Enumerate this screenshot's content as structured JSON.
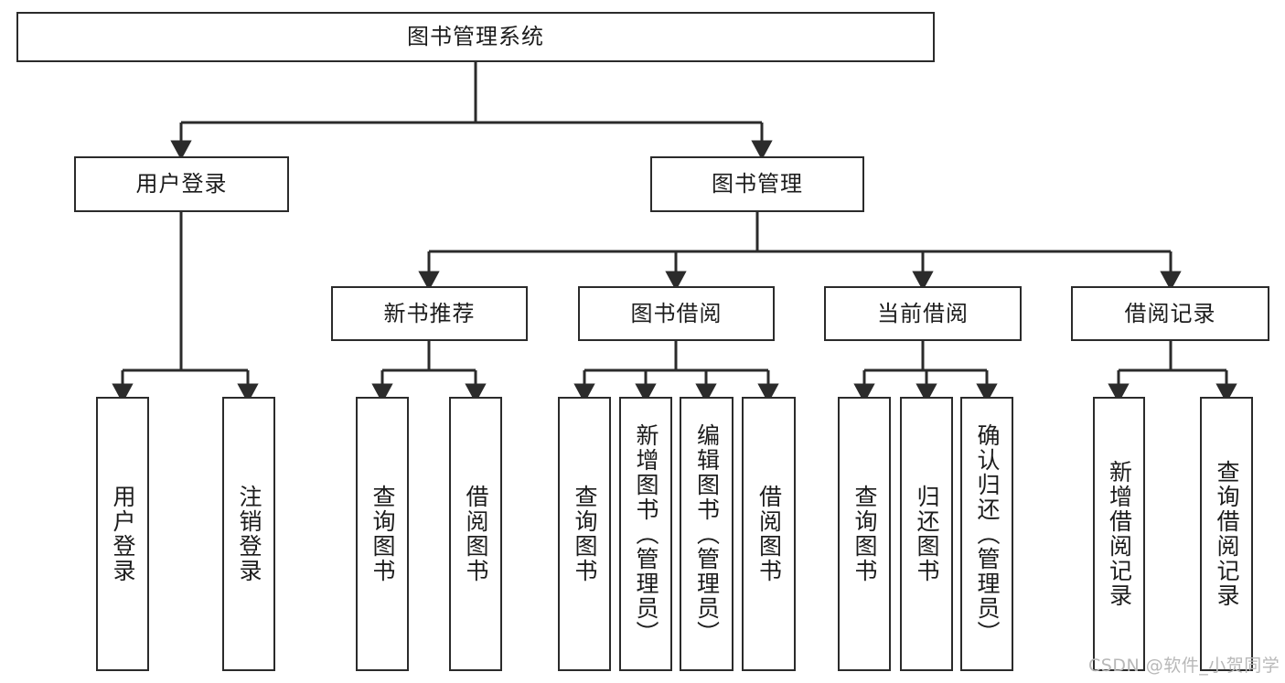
{
  "diagram": {
    "title": "图书管理系统",
    "type": "hierarchy-tree",
    "watermark": "CSDN @软件_小贺同学",
    "colors": {
      "stroke": "#2b2b2b",
      "fill": "#ffffff",
      "text": "#1c1c1c",
      "watermark": "#b8b8b8"
    },
    "nodes": {
      "root": {
        "label": "图书管理系统",
        "level": 1,
        "orientation": "horizontal"
      },
      "l2": [
        {
          "id": "user-login",
          "label": "用户登录",
          "level": 2,
          "orientation": "horizontal"
        },
        {
          "id": "book-manage",
          "label": "图书管理",
          "level": 2,
          "orientation": "horizontal"
        }
      ],
      "l3": [
        {
          "id": "new-book-rec",
          "label": "新书推荐",
          "level": 3,
          "orientation": "horizontal"
        },
        {
          "id": "book-borrow",
          "label": "图书借阅",
          "level": 3,
          "orientation": "horizontal"
        },
        {
          "id": "current-borrow",
          "label": "当前借阅",
          "level": 3,
          "orientation": "horizontal"
        },
        {
          "id": "borrow-record",
          "label": "借阅记录",
          "level": 3,
          "orientation": "horizontal"
        }
      ],
      "leaves": {
        "user_login": [
          {
            "id": "leaf-user-login",
            "label": "用户登录"
          },
          {
            "id": "leaf-logout",
            "label": "注销登录"
          }
        ],
        "new_book_rec": [
          {
            "id": "leaf-query-book-1",
            "label": "查询图书"
          },
          {
            "id": "leaf-borrow-book-1",
            "label": "借阅图书"
          }
        ],
        "book_borrow": [
          {
            "id": "leaf-query-book-2",
            "label": "查询图书"
          },
          {
            "id": "leaf-add-book",
            "label": "新增图书（管理员）"
          },
          {
            "id": "leaf-edit-book",
            "label": "编辑图书（管理员）"
          },
          {
            "id": "leaf-borrow-book-2",
            "label": "借阅图书"
          }
        ],
        "current_borrow": [
          {
            "id": "leaf-query-book-3",
            "label": "查询图书"
          },
          {
            "id": "leaf-return-book",
            "label": "归还图书"
          },
          {
            "id": "leaf-confirm-return",
            "label": "确认归还（管理员）"
          }
        ],
        "borrow_record": [
          {
            "id": "leaf-add-record",
            "label": "新增借阅记录"
          },
          {
            "id": "leaf-query-record",
            "label": "查询借阅记录"
          }
        ]
      }
    }
  }
}
